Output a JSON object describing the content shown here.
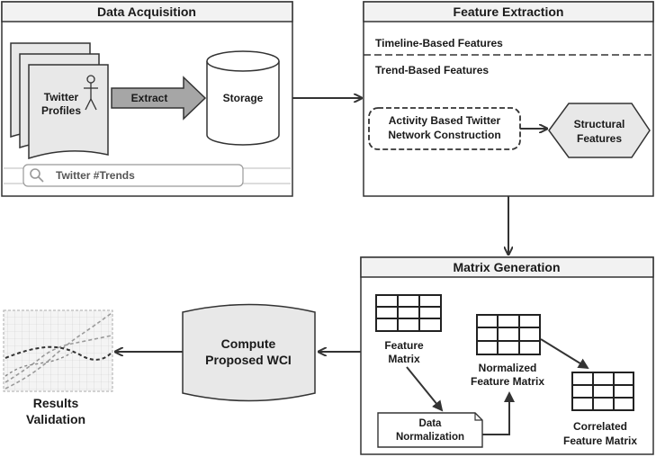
{
  "acquisition": {
    "title": "Data Acquisition",
    "profiles_line1": "Twitter",
    "profiles_line2": "Profiles",
    "extract": "Extract",
    "storage": "Storage",
    "search": "Twitter  #Trends"
  },
  "extraction": {
    "title": "Feature Extraction",
    "timeline": "Timeline-Based Features",
    "trend": "Trend-Based Features",
    "activity_line1": "Activity Based Twitter",
    "activity_line2": "Network Construction",
    "structural_line1": "Structural",
    "structural_line2": "Features"
  },
  "matrix": {
    "title": "Matrix Generation",
    "feature_line1": "Feature",
    "feature_line2": "Matrix",
    "normalized_line1": "Normalized",
    "normalized_line2": "Feature Matrix",
    "data_norm_line1": "Data",
    "data_norm_line2": "Normalization",
    "correlated_line1": "Correlated",
    "correlated_line2": "Feature Matrix"
  },
  "compute": {
    "line1": "Compute",
    "line2": "Proposed WCI"
  },
  "results": {
    "line1": "Results",
    "line2": "Validation"
  }
}
